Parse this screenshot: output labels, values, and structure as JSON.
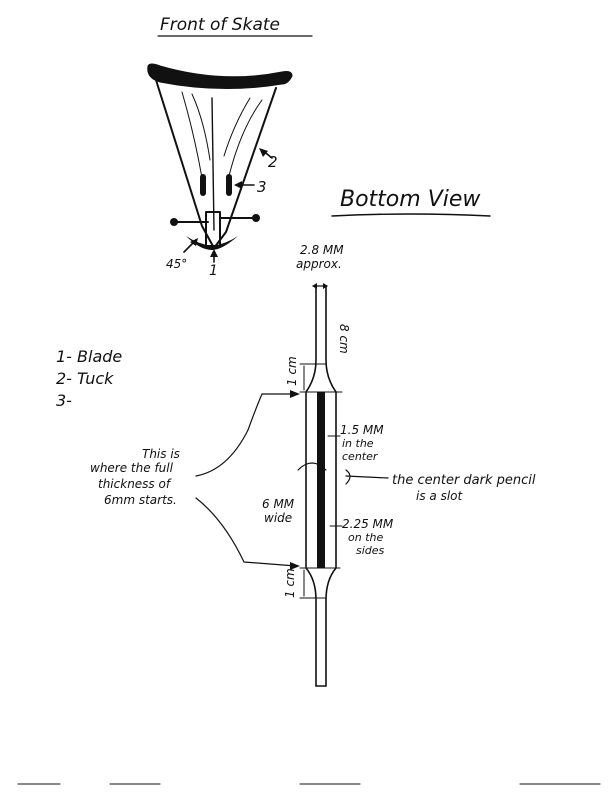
{
  "front_view": {
    "title": "Front of Skate",
    "callout_1": "1",
    "callout_2": "2",
    "callout_3": "3",
    "angle": "45°"
  },
  "legend": {
    "item_1": "1- Blade",
    "item_2": "2- Tuck",
    "item_3": "3-"
  },
  "bottom_view": {
    "title": "Bottom View",
    "tip_width_line1": "2.8 MM",
    "tip_width_line2": "approx.",
    "taper_top": "8 cm",
    "transition_top": "1 cm",
    "transition_bottom": "1 cm",
    "slot_width_line1": "1.5 MM",
    "slot_width_line2": "in the",
    "slot_width_line3": "center",
    "slot_note_line1": "the center dark pencil",
    "slot_note_line2": "is a slot",
    "body_width_line1": "6 MM",
    "body_width_line2": "wide",
    "side_width_line1": "2.25 MM",
    "side_width_line2": "on the",
    "side_width_line3": "sides",
    "thickness_note_line1": "This is",
    "thickness_note_line2": "where the full",
    "thickness_note_line3": "thickness of",
    "thickness_note_line4": "6mm starts."
  }
}
